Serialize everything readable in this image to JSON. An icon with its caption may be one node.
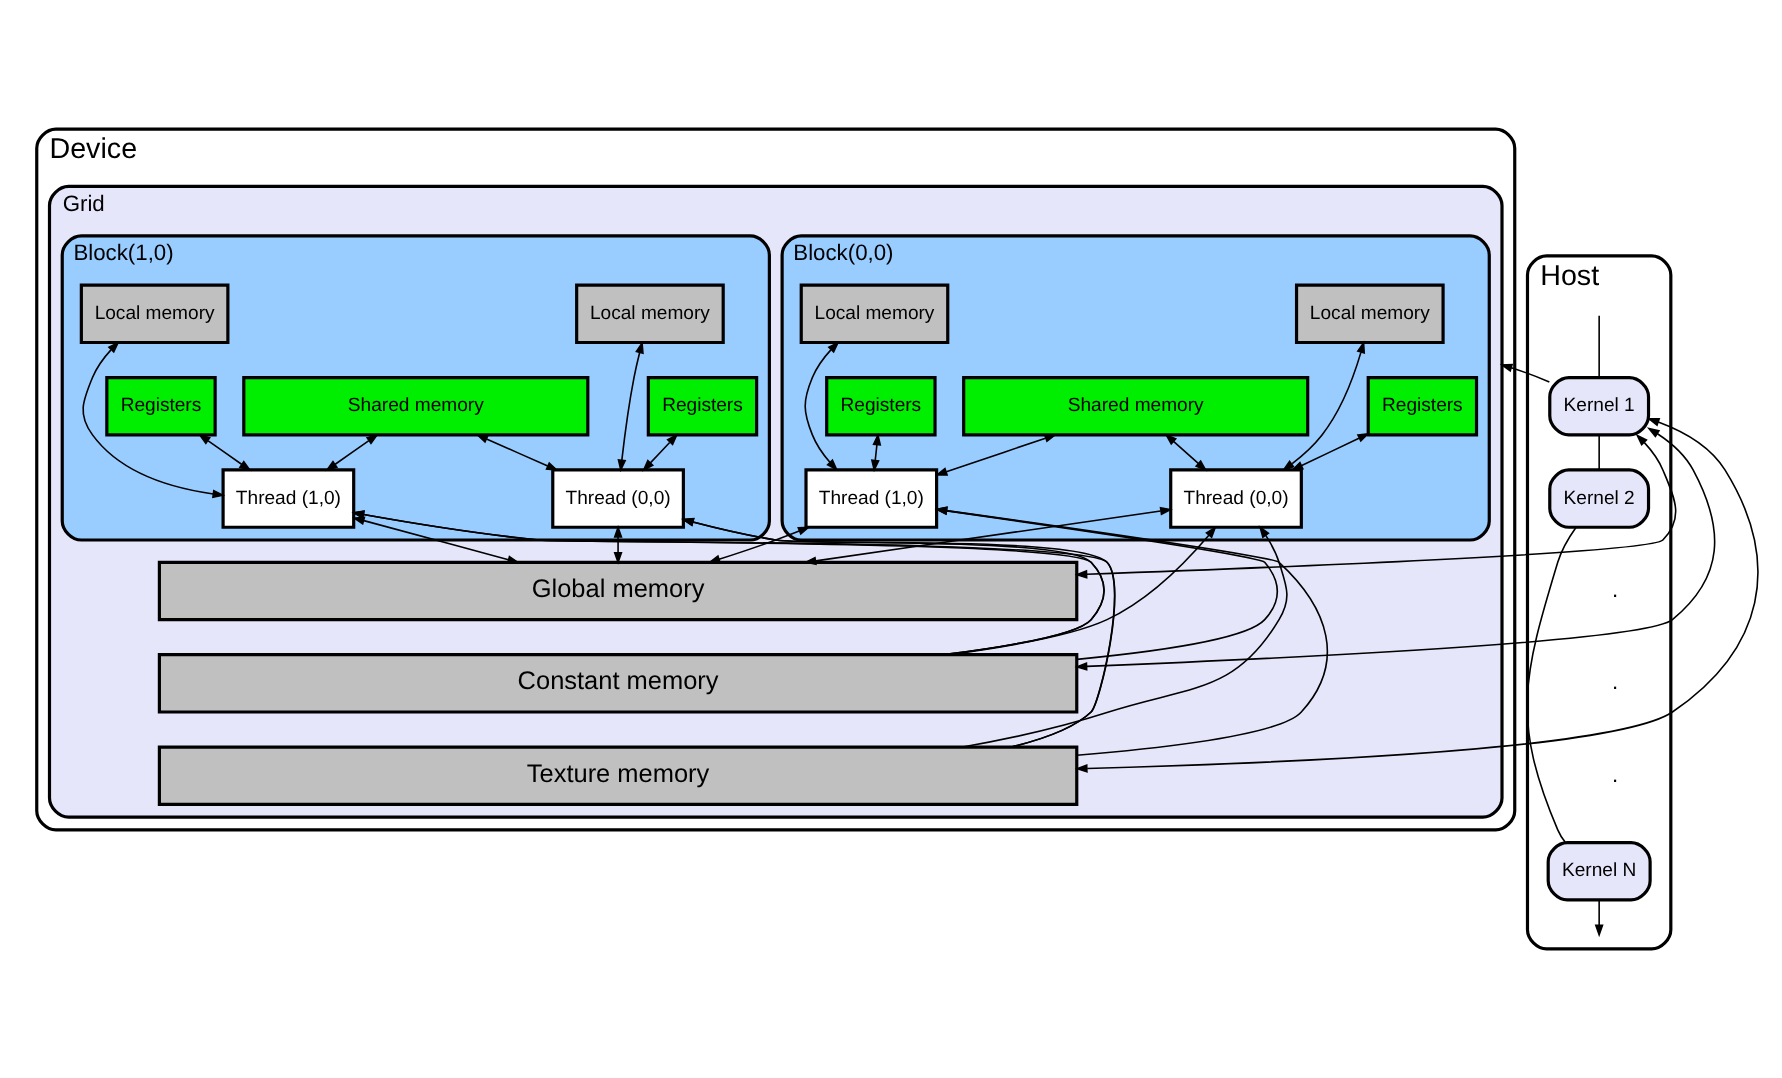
{
  "diagram": {
    "nodes": [
      {
        "text": [
          "Host"
        ]
      },
      {
        "text": [
          "Kernel 1"
        ],
        "in": 0
      },
      {
        "text": [
          "Kernel 2"
        ],
        "in": 0
      },
      {
        "text": [
          "Kernel N"
        ],
        "in": 0
      },
      {
        "text": [
          "Device"
        ]
      },
      {
        "text": [
          "Grid"
        ],
        "in": 4
      },
      {
        "text": [
          "Block(0,0)"
        ],
        "in": 5
      },
      {
        "text": [
          "Shared memory"
        ],
        "in": 6
      },
      {
        "text": [
          "Local memory"
        ],
        "in": 6
      },
      {
        "text": [
          "Registers"
        ],
        "in": 6
      },
      {
        "text": [
          "Local memory"
        ],
        "in": 6
      },
      {
        "text": [
          "Registers"
        ],
        "in": 6
      },
      {
        "text": [
          "Thread (0,0)"
        ],
        "in": 6
      },
      {
        "text": [
          "Thread (1,0)"
        ],
        "in": 6
      },
      {
        "text": [
          "Block(1,0)"
        ],
        "in": 5
      },
      {
        "text": [
          "Shared memory"
        ],
        "in": 14
      },
      {
        "text": [
          "Local memory"
        ],
        "in": 14
      },
      {
        "text": [
          "Registers"
        ],
        "in": 14
      },
      {
        "text": [
          "Local memory"
        ],
        "in": 14
      },
      {
        "text": [
          "Registers"
        ],
        "in": 14
      },
      {
        "text": [
          "Thread (0,0)"
        ],
        "in": 14
      },
      {
        "text": [
          "Thread (1,0)"
        ],
        "in": 14
      },
      {
        "text": [
          "Global memory"
        ],
        "in": 5
      },
      {
        "text": [
          "Constant memory"
        ],
        "in": 5
      },
      {
        "text": [
          "Texture memory"
        ],
        "in": 5
      }
    ],
    "edges": [
      {
        "from": null,
        "to": 1,
        "arrow": "none"
      },
      {
        "from": 1,
        "to": 2,
        "arrow": "none"
      },
      {
        "from": 2,
        "to": 3,
        "arrow": "none"
      },
      {
        "from": 3,
        "to": null,
        "arrow": "to"
      },
      {
        "from": 1,
        "to": 5,
        "arrow": "to"
      },
      {
        "from": 22,
        "to": 1,
        "arrow": "both"
      },
      {
        "from": 23,
        "to": 1,
        "arrow": "both"
      },
      {
        "from": 24,
        "to": 1,
        "arrow": "both"
      },
      {
        "from": 9,
        "to": 12,
        "arrow": "both"
      },
      {
        "from": 8,
        "to": 12,
        "arrow": "both"
      },
      {
        "from": 7,
        "to": 12,
        "arrow": "both"
      },
      {
        "from": 11,
        "to": 13,
        "arrow": "both"
      },
      {
        "from": 10,
        "to": 13,
        "arrow": "both"
      },
      {
        "from": 7,
        "to": 13,
        "arrow": "both"
      },
      {
        "from": 17,
        "to": 20,
        "arrow": "both"
      },
      {
        "from": 16,
        "to": 20,
        "arrow": "both"
      },
      {
        "from": 15,
        "to": 20,
        "arrow": "both"
      },
      {
        "from": 19,
        "to": 21,
        "arrow": "both"
      },
      {
        "from": 18,
        "to": 21,
        "arrow": "both"
      },
      {
        "from": 15,
        "to": 21,
        "arrow": "both"
      },
      {
        "from": 12,
        "to": 22,
        "arrow": "both"
      },
      {
        "from": 23,
        "to": 12,
        "arrow": "to"
      },
      {
        "from": 24,
        "to": 12,
        "arrow": "to"
      },
      {
        "from": 13,
        "to": 22,
        "arrow": "both"
      },
      {
        "from": 23,
        "to": 13,
        "arrow": "to"
      },
      {
        "from": 24,
        "to": 13,
        "arrow": "to"
      },
      {
        "from": 20,
        "to": 22,
        "arrow": "both"
      },
      {
        "from": 23,
        "to": 20,
        "arrow": "to"
      },
      {
        "from": 24,
        "to": 20,
        "arrow": "to"
      },
      {
        "from": 21,
        "to": 22,
        "arrow": "both"
      },
      {
        "from": 23,
        "to": 21,
        "arrow": "to"
      },
      {
        "from": 24,
        "to": 21,
        "arrow": "to"
      }
    ],
    "labels": [
      ".",
      ".",
      "."
    ]
  }
}
